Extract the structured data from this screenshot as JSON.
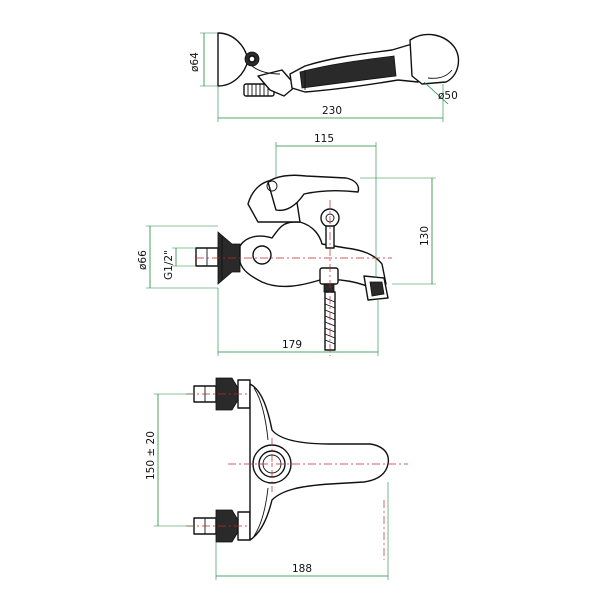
{
  "handshower": {
    "dim_diameter_head": "ø64",
    "dim_diameter_spray": "ø50",
    "dim_length": "230"
  },
  "side_view": {
    "dim_spout": "115",
    "dim_height": "130",
    "dim_escutcheon": "ø66",
    "dim_thread": "G1/2\"",
    "dim_width": "179"
  },
  "top_view": {
    "dim_centers": "150 ± 20",
    "dim_width": "188"
  },
  "colors": {
    "dimension_line": "#1b8a3c",
    "center_line": "#c0282d",
    "outline": "#111111"
  }
}
